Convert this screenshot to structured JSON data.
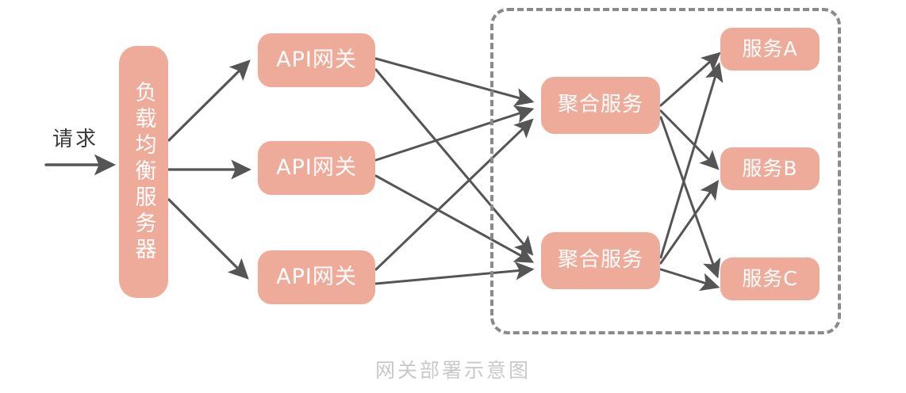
{
  "diagram": {
    "caption": "网关部署示意图",
    "entry_label": "请求",
    "colors": {
      "node_fill": "#efab9a",
      "node_text": "#ffffff",
      "arrow": "#555555",
      "group_border": "#8a8a8a",
      "caption_text": "#c9c9c9",
      "background": "#ffffff"
    },
    "load_balancer": {
      "label": "负载均衡服务器"
    },
    "gateways": [
      {
        "label": "API网关"
      },
      {
        "label": "API网关"
      },
      {
        "label": "API网关"
      }
    ],
    "aggregators": [
      {
        "label": "聚合服务"
      },
      {
        "label": "聚合服务"
      }
    ],
    "services": [
      {
        "label": "服务A"
      },
      {
        "label": "服务B"
      },
      {
        "label": "服务C"
      }
    ],
    "group_box": {
      "style": "dashed",
      "label": ""
    }
  }
}
